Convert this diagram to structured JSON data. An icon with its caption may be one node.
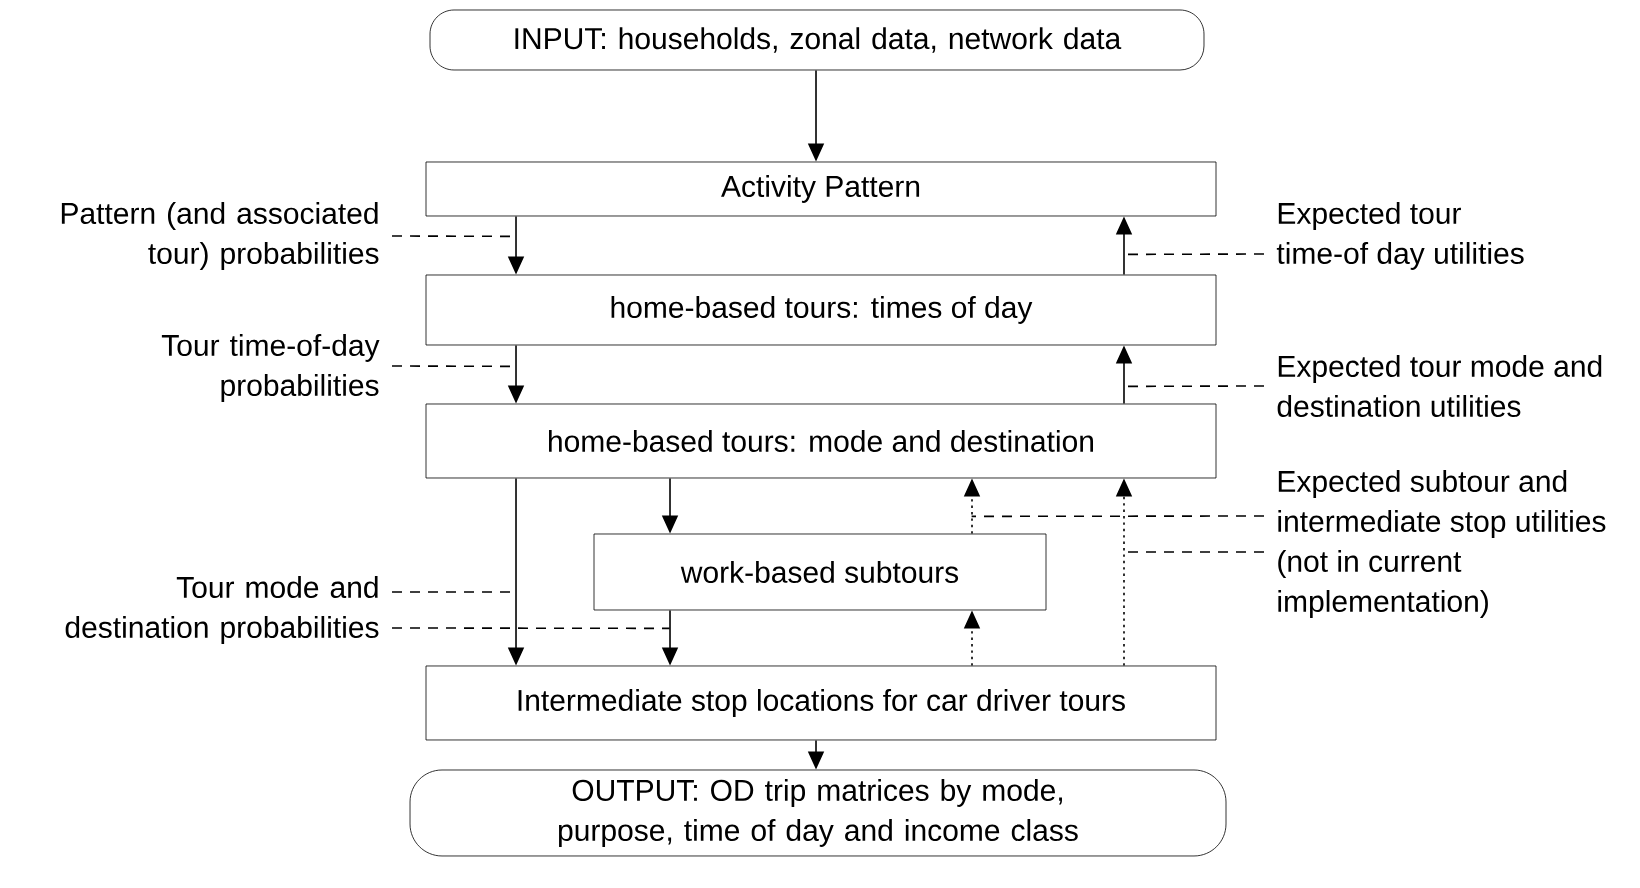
{
  "diagram": {
    "nodes": [
      {
        "text": [
          "INPUT: households, zonal data, network data"
        ]
      },
      {
        "text": [
          "Activity Pattern"
        ]
      },
      {
        "text": [
          "home-based tours: times of day"
        ]
      },
      {
        "text": [
          "home-based tours: mode and destination"
        ]
      },
      {
        "text": [
          "work-based subtours"
        ]
      },
      {
        "text": [
          "Intermediate stop locations for car driver tours"
        ]
      },
      {
        "text": [
          "OUTPUT: OD trip matrices by mode, purpose, time of day and income class"
        ]
      },
      {
        "text": [
          "Pattern (and associated tour) probabilities"
        ]
      },
      {
        "text": [
          "Tour time-of-day probabilities"
        ]
      },
      {
        "text": [
          "Tour mode and destination probabilities"
        ]
      },
      {
        "text": [
          "Expected tour time-of day utilities"
        ]
      },
      {
        "text": [
          "Expected tour mode and destination utilities"
        ]
      },
      {
        "text": [
          "Expected subtour and intermediate stop utilities (not in current implementation)"
        ]
      }
    ],
    "edges": [
      {
        "from": 0,
        "to": 1,
        "arrow": "to"
      },
      {
        "from": 1,
        "to": 2,
        "arrow": "to"
      },
      {
        "from": 2,
        "to": 3,
        "arrow": "to"
      },
      {
        "from": 3,
        "to": 5,
        "arrow": "to"
      },
      {
        "from": 3,
        "to": 4,
        "arrow": "to"
      },
      {
        "from": 4,
        "to": 5,
        "arrow": "to"
      },
      {
        "from": 5,
        "to": 6,
        "arrow": "to"
      },
      {
        "from": 2,
        "to": 1,
        "arrow": "to"
      },
      {
        "from": 3,
        "to": 2,
        "arrow": "to"
      },
      {
        "from": 4,
        "to": 3,
        "arrow": "to",
        "style": "dashed"
      },
      {
        "from": 5,
        "to": 4,
        "arrow": "to",
        "style": "dashed"
      },
      {
        "from": 5,
        "to": 3,
        "arrow": "to",
        "style": "dashed"
      },
      {
        "from": 7,
        "to": 1,
        "arrow": "none",
        "style": "dashed"
      },
      {
        "from": 8,
        "to": 2,
        "arrow": "none",
        "style": "dashed"
      },
      {
        "from": 9,
        "to": null,
        "arrow": "none",
        "style": "dashed"
      },
      {
        "from": 9,
        "to": 4,
        "arrow": "none",
        "style": "dashed"
      },
      {
        "from": 10,
        "to": 2,
        "arrow": "none",
        "style": "dashed"
      },
      {
        "from": 11,
        "to": 3,
        "arrow": "none",
        "style": "dashed"
      },
      {
        "from": 12,
        "to": 4,
        "arrow": "none",
        "style": "dashed"
      },
      {
        "from": 12,
        "to": null,
        "arrow": "none",
        "style": "dashed"
      }
    ]
  }
}
